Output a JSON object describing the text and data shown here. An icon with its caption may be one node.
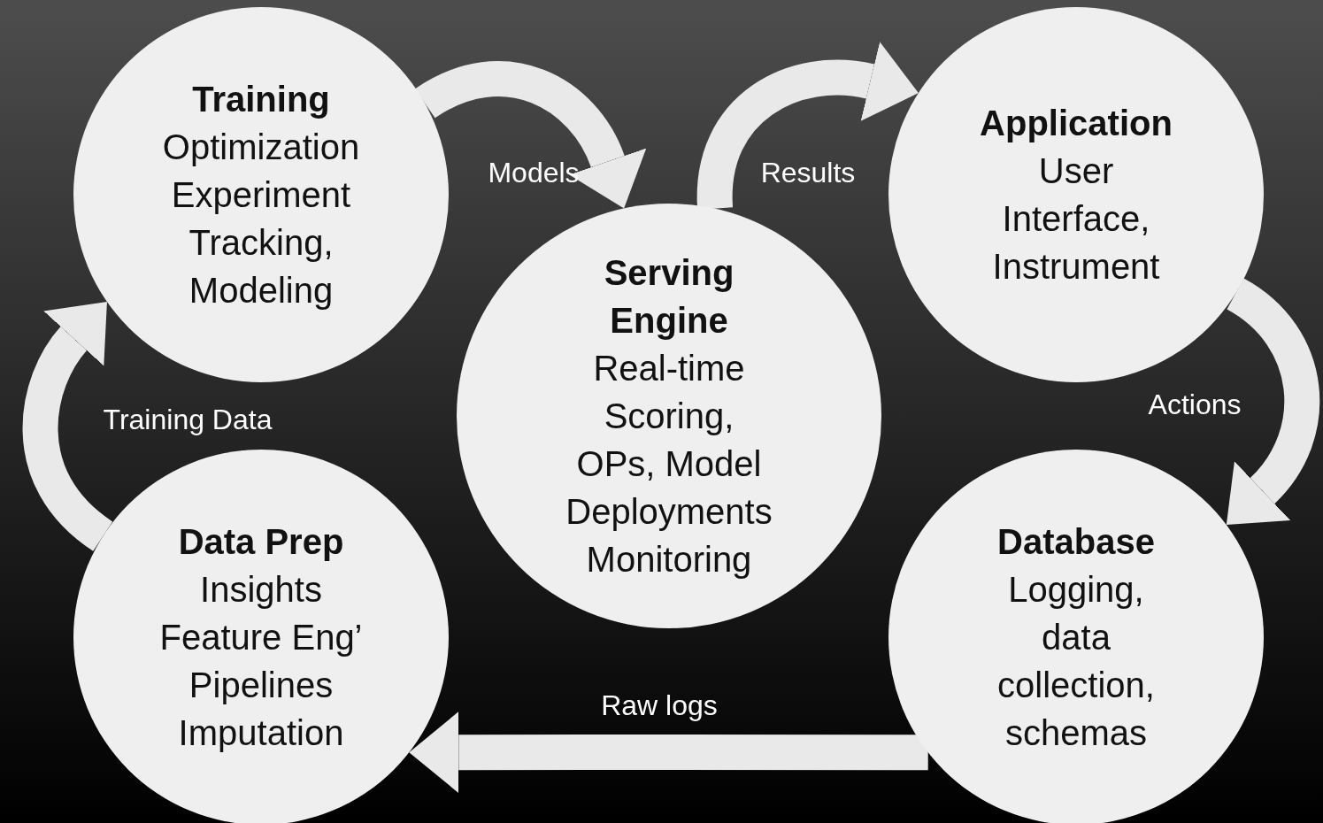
{
  "diagram": {
    "nodes": [
      {
        "text": [
          "Training",
          "Optimization Experiment Tracking, Modeling"
        ]
      },
      {
        "text": [
          "Serving Engine",
          "Real-time Scoring, OPs, Model Deployments Monitoring"
        ]
      },
      {
        "text": [
          "Application",
          "User Interface, Instrument"
        ]
      },
      {
        "text": [
          "Database",
          "Logging, data collection, schemas"
        ]
      },
      {
        "text": [
          "Data Prep",
          "Insights Feature Eng’ Pipelines Imputation"
        ]
      }
    ],
    "edges": [
      {
        "from": 0,
        "to": 1,
        "arrow": "to",
        "label": "Models"
      },
      {
        "from": 1,
        "to": 2,
        "arrow": "to",
        "label": "Results"
      },
      {
        "from": 2,
        "to": 3,
        "arrow": "to",
        "label": "Actions"
      },
      {
        "from": 3,
        "to": 4,
        "arrow": "to",
        "label": "Raw logs"
      },
      {
        "from": 4,
        "to": 0,
        "arrow": "to",
        "label": "Training Data"
      }
    ]
  }
}
